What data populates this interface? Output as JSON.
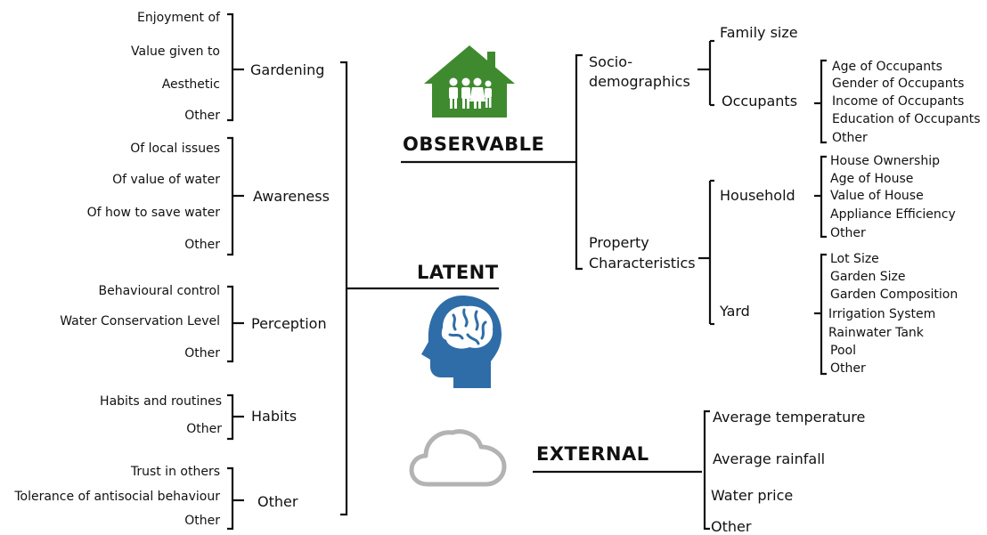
{
  "latent": {
    "title": "LATENT",
    "groups": {
      "gardening": {
        "label": "Gardening",
        "items": [
          "Enjoyment of",
          "Value given to",
          "Aesthetic",
          "Other"
        ]
      },
      "awareness": {
        "label": "Awareness",
        "items": [
          "Of local issues",
          "Of value of water",
          "Of how to save water",
          "Other"
        ]
      },
      "perception": {
        "label": "Perception",
        "items": [
          "Behavioural control",
          "Water Conservation Level",
          "Other"
        ]
      },
      "habits": {
        "label": "Habits",
        "items": [
          "Habits and routines",
          "Other"
        ]
      },
      "other": {
        "label": "Other",
        "items": [
          "Trust in others",
          "Tolerance of antisocial behaviour",
          "Other"
        ]
      }
    }
  },
  "observable": {
    "title": "OBSERVABLE",
    "socio": {
      "label_line1": "Socio-",
      "label_line2": "demographics",
      "family_size": "Family size",
      "occupants": {
        "label": "Occupants",
        "items": [
          "Age of Occupants",
          "Gender of Occupants",
          "Income of Occupants",
          "Education of Occupants",
          "Other"
        ]
      }
    },
    "property": {
      "label_line1": "Property",
      "label_line2": "Characteristics",
      "household": {
        "label": "Household",
        "items": [
          "House Ownership",
          "Age of House",
          "Value of House",
          "Appliance Efficiency",
          "Other"
        ]
      },
      "yard": {
        "label": "Yard",
        "items": [
          "Lot Size",
          "Garden Size",
          "Garden Composition",
          "Irrigation System",
          "Rainwater Tank",
          "Pool",
          "Other"
        ]
      }
    }
  },
  "external": {
    "title": "EXTERNAL",
    "items": [
      "Average temperature",
      "Average rainfall",
      "Water price",
      "Other"
    ]
  },
  "icons": {
    "house": "family-house-icon",
    "head": "brain-head-icon",
    "cloud": "cloud-icon"
  },
  "colors": {
    "house_green": "#3f8a2f",
    "head_blue": "#2f6da8",
    "cloud_gray": "#b3b3b3",
    "line": "#111111"
  }
}
